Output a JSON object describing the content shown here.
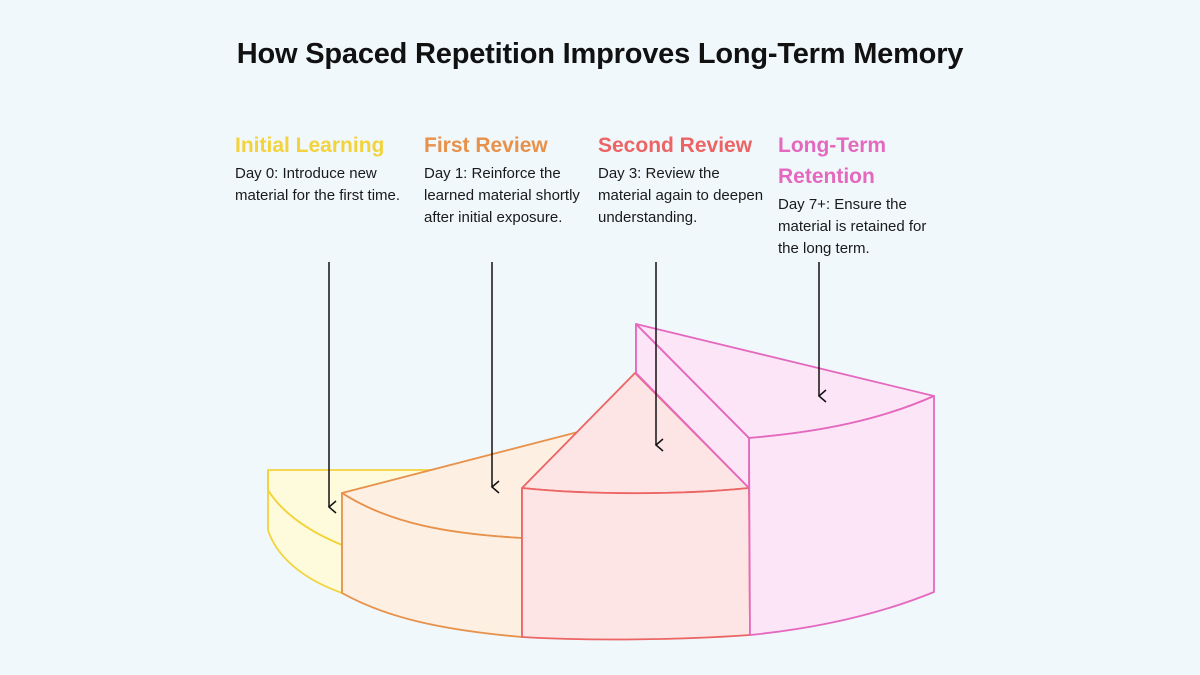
{
  "title": "How Spaced Repetition Improves Long-Term Memory",
  "stages": [
    {
      "title": "Initial Learning",
      "description": "Day 0: Introduce new material for the first time.",
      "color": "#f2d33c",
      "fill": "#fdfbdc"
    },
    {
      "title": "First Review",
      "description": "Day 1: Reinforce the learned material shortly after initial exposure.",
      "color": "#e8914a",
      "fill": "#fdefe2"
    },
    {
      "title": "Second Review",
      "description": "Day 3: Review the material again to deepen understanding.",
      "color": "#ec6464",
      "fill": "#fde5e5"
    },
    {
      "title": "Long-Term Retention",
      "description": "Day 7+: Ensure the material is retained for the long term.",
      "color": "#e469be",
      "fill": "#fce5f7"
    }
  ]
}
